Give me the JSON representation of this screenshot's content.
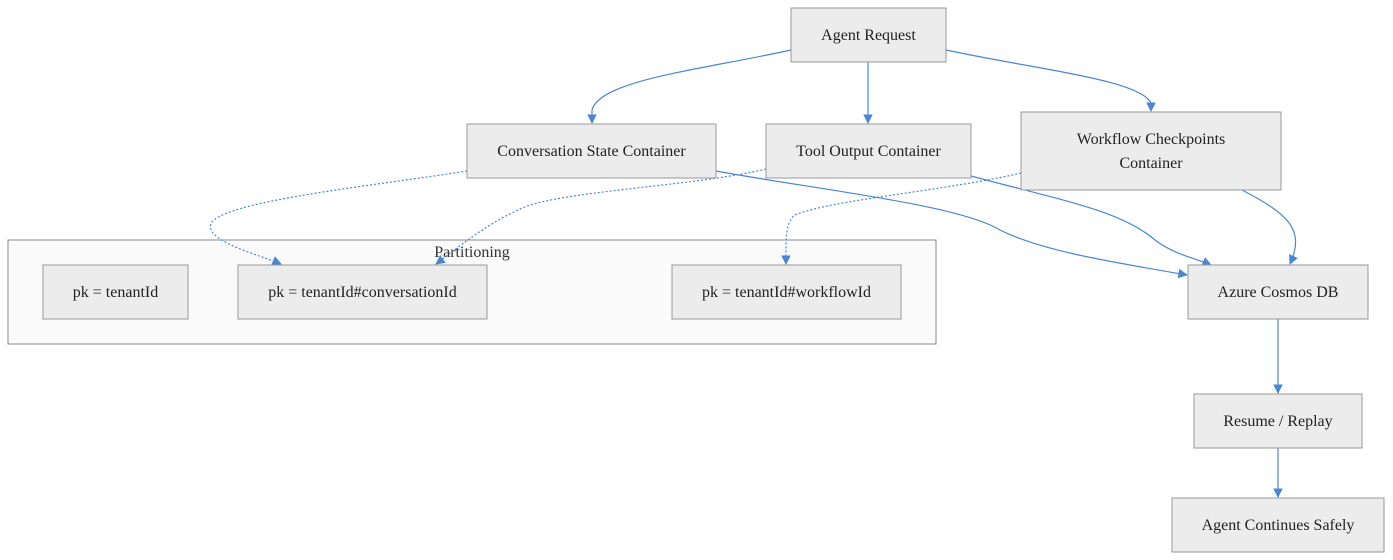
{
  "diagram": {
    "nodes": {
      "agent_request": "Agent Request",
      "conversation_state": "Conversation State Container",
      "tool_output": "Tool Output Container",
      "workflow_checkpoints_line1": "Workflow Checkpoints",
      "workflow_checkpoints_line2": "Container",
      "cosmos_db": "Azure Cosmos DB",
      "resume_replay": "Resume / Replay",
      "agent_continues": "Agent Continues Safely"
    },
    "partitioning": {
      "title": "Partitioning",
      "pk_tenant": "pk = tenantId",
      "pk_conversation": "pk = tenantId#conversationId",
      "pk_workflow": "pk = tenantId#workflowId"
    }
  },
  "colors": {
    "edge": "#4a86d4",
    "node_fill": "#ececec",
    "node_stroke": "#9a9a9a",
    "cluster_fill": "#fafafa"
  }
}
